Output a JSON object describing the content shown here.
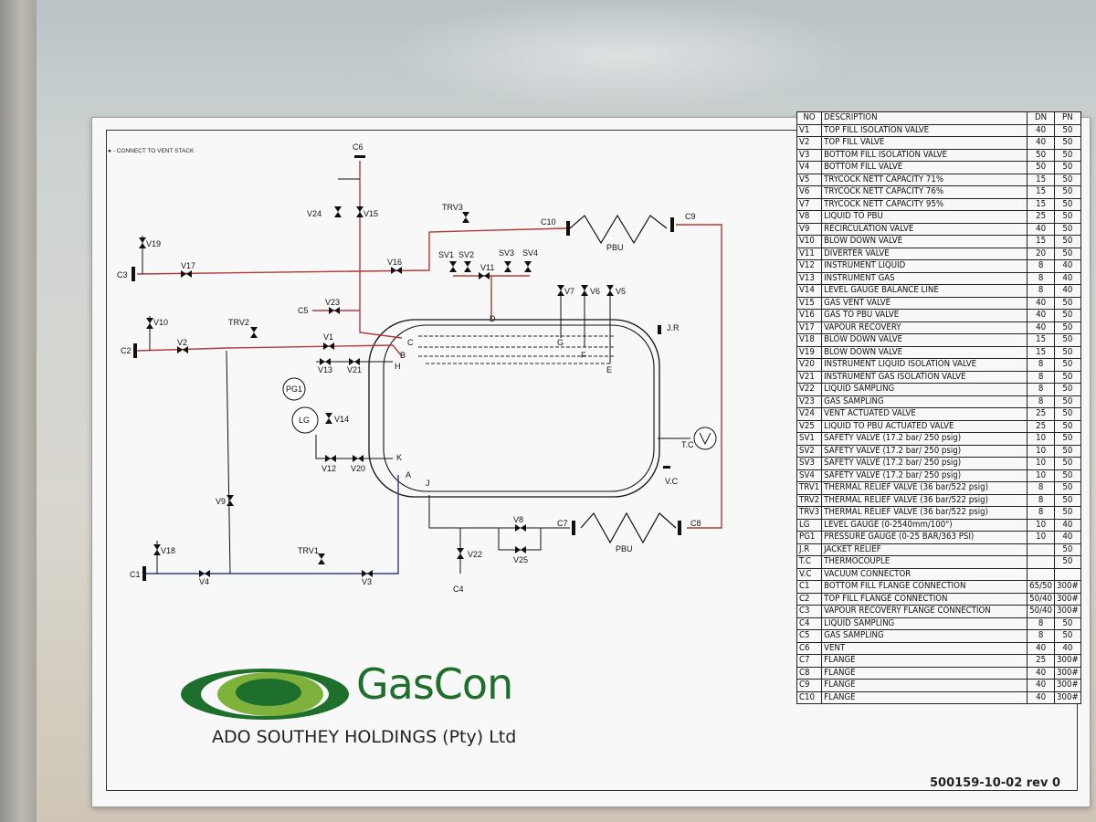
{
  "vent_note": "● - CONNECT TO VENT STACK",
  "brand_name": "GasCon",
  "company_name": "ADO SOUTHEY HOLDINGS (Pty) Ltd",
  "document_number": "500159-10-02 rev 0",
  "colors": {
    "vapour_line": "#b23a3a",
    "liquid_line": "#2b3f8a",
    "pbu_line": "#b23a3a",
    "brand_green": "#1e6f2b"
  },
  "legend_headers": {
    "no": "NO",
    "description": "DESCRIPTION",
    "dn": "DN",
    "pn": "PN"
  },
  "legend": [
    {
      "no": "V1",
      "desc": "TOP FILL ISOLATION VALVE",
      "dn": "40",
      "pn": "50"
    },
    {
      "no": "V2",
      "desc": "TOP FILL VALVE",
      "dn": "40",
      "pn": "50"
    },
    {
      "no": "V3",
      "desc": "BOTTOM FILL ISOLATION VALVE",
      "dn": "50",
      "pn": "50"
    },
    {
      "no": "V4",
      "desc": "BOTTOM FILL VALVE",
      "dn": "50",
      "pn": "50"
    },
    {
      "no": "V5",
      "desc": "TRYCOCK NETT CAPACITY 71%",
      "dn": "15",
      "pn": "50"
    },
    {
      "no": "V6",
      "desc": "TRYCOCK NETT CAPACITY 76%",
      "dn": "15",
      "pn": "50"
    },
    {
      "no": "V7",
      "desc": "TRYCOCK NETT CAPACITY 95%",
      "dn": "15",
      "pn": "50"
    },
    {
      "no": "V8",
      "desc": "LIQUID TO PBU",
      "dn": "25",
      "pn": "50"
    },
    {
      "no": "V9",
      "desc": "RECIRCULATION VALVE",
      "dn": "40",
      "pn": "50"
    },
    {
      "no": "V10",
      "desc": "BLOW DOWN VALVE",
      "dn": "15",
      "pn": "50"
    },
    {
      "no": "V11",
      "desc": "DIVERTER VALVE",
      "dn": "20",
      "pn": "50"
    },
    {
      "no": "V12",
      "desc": "INSTRUMENT LIQUID",
      "dn": "8",
      "pn": "40"
    },
    {
      "no": "V13",
      "desc": "INSTRUMENT GAS",
      "dn": "8",
      "pn": "40"
    },
    {
      "no": "V14",
      "desc": "LEVEL GAUGE BALANCE LINE",
      "dn": "8",
      "pn": "40"
    },
    {
      "no": "V15",
      "desc": "GAS VENT VALVE",
      "dn": "40",
      "pn": "50"
    },
    {
      "no": "V16",
      "desc": "GAS TO PBU VALVE",
      "dn": "40",
      "pn": "50"
    },
    {
      "no": "V17",
      "desc": "VAPOUR RECOVERY",
      "dn": "40",
      "pn": "50"
    },
    {
      "no": "V18",
      "desc": "BLOW DOWN VALVE",
      "dn": "15",
      "pn": "50"
    },
    {
      "no": "V19",
      "desc": "BLOW DOWN VALVE",
      "dn": "15",
      "pn": "50"
    },
    {
      "no": "V20",
      "desc": "INSTRUMENT LIQUID ISOLATION VALVE",
      "dn": "8",
      "pn": "50"
    },
    {
      "no": "V21",
      "desc": "INSTRUMENT GAS ISOLATION VALVE",
      "dn": "8",
      "pn": "50"
    },
    {
      "no": "V22",
      "desc": "LIQUID SAMPLING",
      "dn": "8",
      "pn": "50"
    },
    {
      "no": "V23",
      "desc": "GAS SAMPLING",
      "dn": "8",
      "pn": "50"
    },
    {
      "no": "V24",
      "desc": "VENT ACTUATED VALVE",
      "dn": "25",
      "pn": "50"
    },
    {
      "no": "V25",
      "desc": "LIQUID TO PBU ACTUATED VALVE",
      "dn": "25",
      "pn": "50"
    },
    {
      "no": "SV1",
      "desc": "SAFETY VALVE (17.2 bar/ 250 psig)",
      "dn": "10",
      "pn": "50"
    },
    {
      "no": "SV2",
      "desc": "SAFETY VALVE (17.2 bar/ 250 psig)",
      "dn": "10",
      "pn": "50"
    },
    {
      "no": "SV3",
      "desc": "SAFETY VALVE (17.2 bar/ 250 psig)",
      "dn": "10",
      "pn": "50"
    },
    {
      "no": "SV4",
      "desc": "SAFETY VALVE (17.2 bar/ 250 psig)",
      "dn": "10",
      "pn": "50"
    },
    {
      "no": "TRV1",
      "desc": "THERMAL RELIEF VALVE (36 bar/522 psig)",
      "dn": "8",
      "pn": "50"
    },
    {
      "no": "TRV2",
      "desc": "THERMAL RELIEF VALVE (36 bar/522 psig)",
      "dn": "8",
      "pn": "50"
    },
    {
      "no": "TRV3",
      "desc": "THERMAL RELIEF VALVE (36 bar/522 psig)",
      "dn": "8",
      "pn": "50"
    },
    {
      "no": "LG",
      "desc": "LEVEL GAUGE (0-2540mm/100\")",
      "dn": "10",
      "pn": "40"
    },
    {
      "no": "PG1",
      "desc": "PRESSURE GAUGE (0-25 BAR/363 PSI)",
      "dn": "10",
      "pn": "40"
    },
    {
      "no": "J.R",
      "desc": "JACKET RELIEF",
      "dn": "",
      "pn": "50"
    },
    {
      "no": "T.C",
      "desc": "THERMOCOUPLE",
      "dn": "",
      "pn": "50"
    },
    {
      "no": "V.C",
      "desc": "VACUUM CONNECTOR",
      "dn": "",
      "pn": ""
    },
    {
      "no": "C1",
      "desc": "BOTTOM FILL FLANGE  CONNECTION",
      "dn": "65/50",
      "pn": "300#"
    },
    {
      "no": "C2",
      "desc": "TOP FILL FLANGE CONNECTION",
      "dn": "50/40",
      "pn": "300#"
    },
    {
      "no": "C3",
      "desc": "VAPOUR RECOVERY FLANGE  CONNECTION",
      "dn": "50/40",
      "pn": "300#"
    },
    {
      "no": "C4",
      "desc": "LIQUID SAMPLING",
      "dn": "8",
      "pn": "50"
    },
    {
      "no": "C5",
      "desc": "GAS SAMPLING",
      "dn": "8",
      "pn": "50"
    },
    {
      "no": "C6",
      "desc": "VENT",
      "dn": "40",
      "pn": "40"
    },
    {
      "no": "C7",
      "desc": "FLANGE",
      "dn": "25",
      "pn": "300#"
    },
    {
      "no": "C8",
      "desc": "FLANGE",
      "dn": "40",
      "pn": "300#"
    },
    {
      "no": "C9",
      "desc": "FLANGE",
      "dn": "40",
      "pn": "300#"
    },
    {
      "no": "C10",
      "desc": "FLANGE",
      "dn": "40",
      "pn": "300#"
    }
  ],
  "diagram_labels": {
    "C1": "C1",
    "C2": "C2",
    "C3": "C3",
    "C4": "C4",
    "C5": "C5",
    "C6": "C6",
    "C7": "C7",
    "C8": "C8",
    "C9": "C9",
    "C10": "C10",
    "V1": "V1",
    "V2": "V2",
    "V3": "V3",
    "V4": "V4",
    "V5": "V5",
    "V6": "V6",
    "V7": "V7",
    "V8": "V8",
    "V9": "V9",
    "V10": "V10",
    "V11": "V11",
    "V12": "V12",
    "V13": "V13",
    "V14": "V14",
    "V15": "V15",
    "V16": "V16",
    "V17": "V17",
    "V18": "V18",
    "V19": "V19",
    "V20": "V20",
    "V21": "V21",
    "V22": "V22",
    "V23": "V23",
    "V24": "V24",
    "V25": "V25",
    "SV1": "SV1",
    "SV2": "SV2",
    "SV3": "SV3",
    "SV4": "SV4",
    "TRV1": "TRV1",
    "TRV2": "TRV2",
    "TRV3": "TRV3",
    "PG1": "PG1",
    "LG": "LG",
    "JR": "J.R",
    "TC": "T.C",
    "VC": "V.C",
    "PBU_TOP": "PBU",
    "PBU_BOTTOM": "PBU",
    "A": "A",
    "B": "B",
    "C": "C",
    "D": "D",
    "E": "E",
    "F": "F",
    "G": "G",
    "H": "H",
    "J": "J",
    "K": "K"
  }
}
